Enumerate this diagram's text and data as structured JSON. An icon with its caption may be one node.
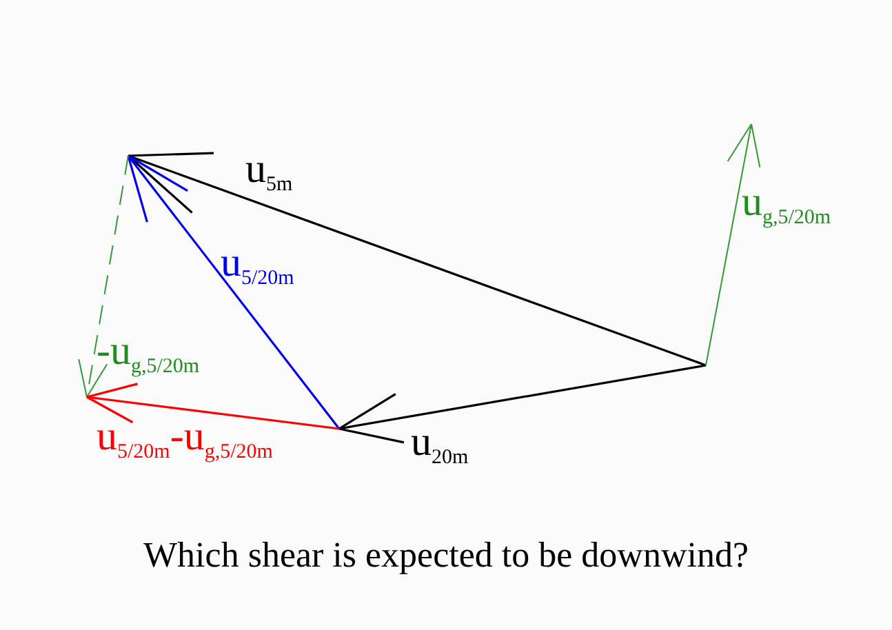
{
  "diagram": {
    "caption": "Which shear is expected to be downwind?",
    "labels": [
      "u$_{5m}$",
      "u$_{g,5/20m}$",
      "u$_{5/20m}$",
      "-u$_{g,5/20m}$",
      "u$_{20m}$",
      "u$_{5/20m}$-u$_{g,5/20m}$"
    ]
  }
}
